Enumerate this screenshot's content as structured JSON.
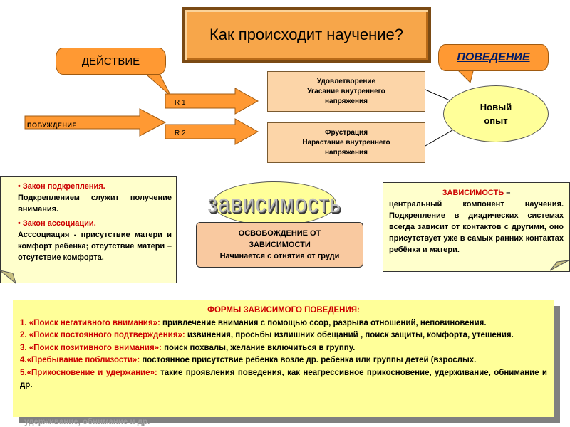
{
  "title": "Как происходит научение?",
  "diagram": {
    "action": "ДЕЙСТВИЕ",
    "behavior": "ПОВЕДЕНИЕ",
    "drive": "ПОБУЖДЕНИЕ",
    "r1": "R 1",
    "r2": "R 2",
    "box1": [
      "Удовлетворение",
      "Угасание внутреннего",
      "напряжения"
    ],
    "box2": [
      "Фрустрация",
      "Нарастание внутреннего",
      "напряжения"
    ],
    "new_experience": [
      "Новый",
      "опыт"
    ]
  },
  "left_note": {
    "law1_title": "• Закон подкрепления.",
    "law1_text": "Подкреплением служит получение внимания.",
    "law2_title": "• Закон ассоциации.",
    "law2_text": "Асссоциация - присутствие матери и комфорт ребенка; отсутствие матери – отсутствие комфорта."
  },
  "center": {
    "wordart": "зависимость",
    "scroll_line1": "ОСВОБОЖДЕНИЕ ОТ",
    "scroll_line2": "ЗАВИСИМОСТИ",
    "scroll_line3": "Начинается с отнятия от груди"
  },
  "right_note": {
    "title": "ЗАВИСИМОСТЬ",
    "dash": " –",
    "text": "центральный компонент научения. Подкрепление в диадических системах всегда зависит от контактов с другими, оно присутствует уже в самых ранних контактах ребёнка и матери."
  },
  "forms": {
    "title": "ФОРМЫ ЗАВИСИМОГО ПОВЕДЕНИЯ:",
    "items": [
      {
        "label": "1. «Поиск негативного  внимания»:",
        "text": " привлечение внимания с помощью ссор, разрыва отношений, неповиновения."
      },
      {
        "label": "2. «Поиск постоянного подтверждения»:",
        "text": " извинения, просьбы излишних обещаний , поиск защиты, комфорта, утешения."
      },
      {
        "label": "3. «Поиск позитивного внимания»:",
        "text": " поиск похвалы, желание включиться в группу."
      },
      {
        "label": "4.«Пребывание поблизости»:",
        "text": " постоянное присутствие ребенка возле др. ребенка или группы детей (взрослых."
      },
      {
        "label": "5.«Прикосновение и удержание»:",
        "text": "   такие проявления поведения, как неагрессивное прикосновение, удерживание, обнимание и др."
      }
    ],
    "ghost": "удерживание, обнимание и др."
  }
}
